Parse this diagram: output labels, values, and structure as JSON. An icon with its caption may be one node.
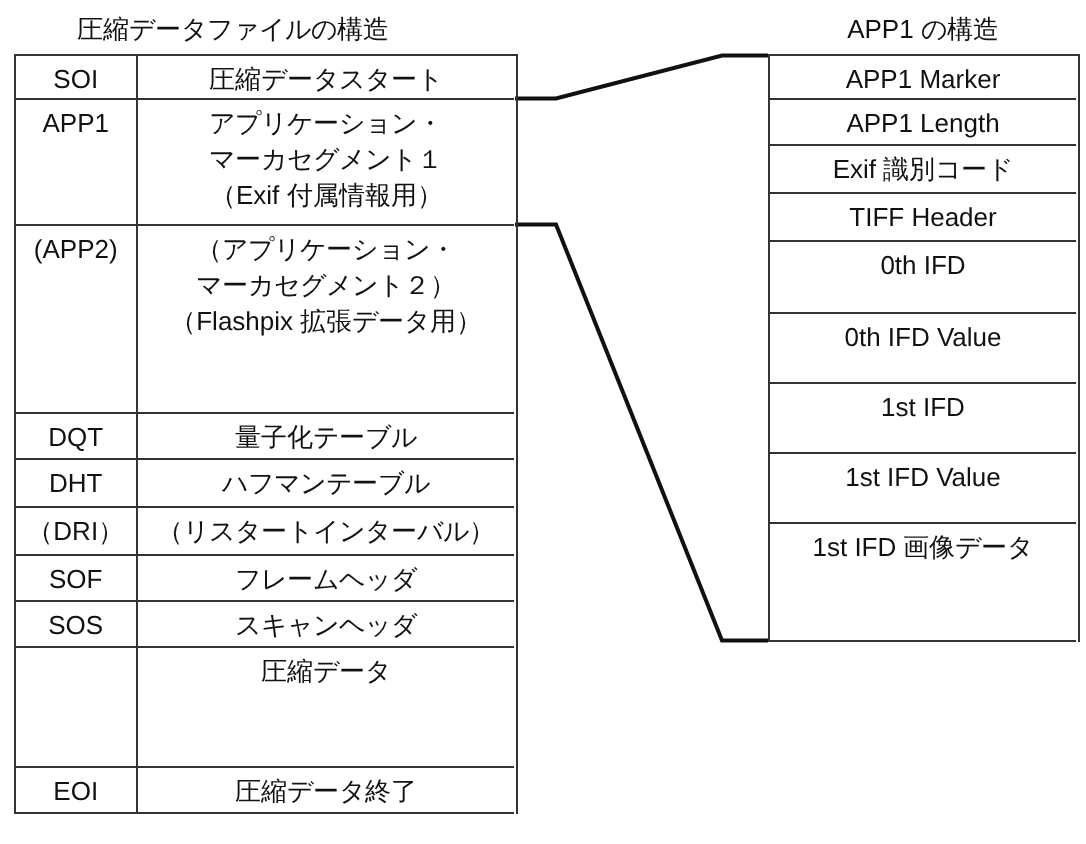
{
  "diagram": {
    "nodes": [
      {
        "text": [
          "圧縮データファイルの構造"
        ]
      },
      {
        "text": [
          "SOI",
          "圧縮データスタート"
        ],
        "in": 0
      },
      {
        "text": [
          "APP1",
          "アプリケーション・マーカセグメント１",
          "（Exif 付属情報用）"
        ],
        "in": 0
      },
      {
        "text": [
          "(APP2)",
          "（アプリケーション・マーカセグメント２）",
          "（Flashpix 拡張データ用）"
        ],
        "in": 0
      },
      {
        "text": [
          "DQT",
          "量子化テーブル"
        ],
        "in": 0
      },
      {
        "text": [
          "DHT",
          "ハフマンテーブル"
        ],
        "in": 0
      },
      {
        "text": [
          "（DRI）",
          "（リスタートインターバル）"
        ],
        "in": 0
      },
      {
        "text": [
          "SOF",
          "フレームヘッダ"
        ],
        "in": 0
      },
      {
        "text": [
          "SOS",
          "スキャンヘッダ"
        ],
        "in": 0
      },
      {
        "text": [
          "圧縮データ"
        ],
        "in": 0
      },
      {
        "text": [
          "EOI",
          "圧縮データ終了"
        ],
        "in": 0
      },
      {
        "text": [
          "APP1 の構造"
        ]
      },
      {
        "text": [
          "APP1 Marker"
        ],
        "in": 11
      },
      {
        "text": [
          "APP1 Length"
        ],
        "in": 11
      },
      {
        "text": [
          "Exif 識別コード"
        ],
        "in": 11
      },
      {
        "text": [
          "TIFF Header"
        ],
        "in": 11
      },
      {
        "text": [
          "0th IFD"
        ],
        "in": 11
      },
      {
        "text": [
          "0th IFD Value"
        ],
        "in": 11
      },
      {
        "text": [
          "1st IFD"
        ],
        "in": 11
      },
      {
        "text": [
          "1st IFD Value"
        ],
        "in": 11
      },
      {
        "text": [
          "1st IFD 画像データ"
        ],
        "in": 11
      }
    ],
    "edges": [
      {
        "from": 2,
        "to": 11,
        "arrow": "none"
      },
      {
        "from": 2,
        "to": 11,
        "arrow": "none"
      }
    ]
  }
}
